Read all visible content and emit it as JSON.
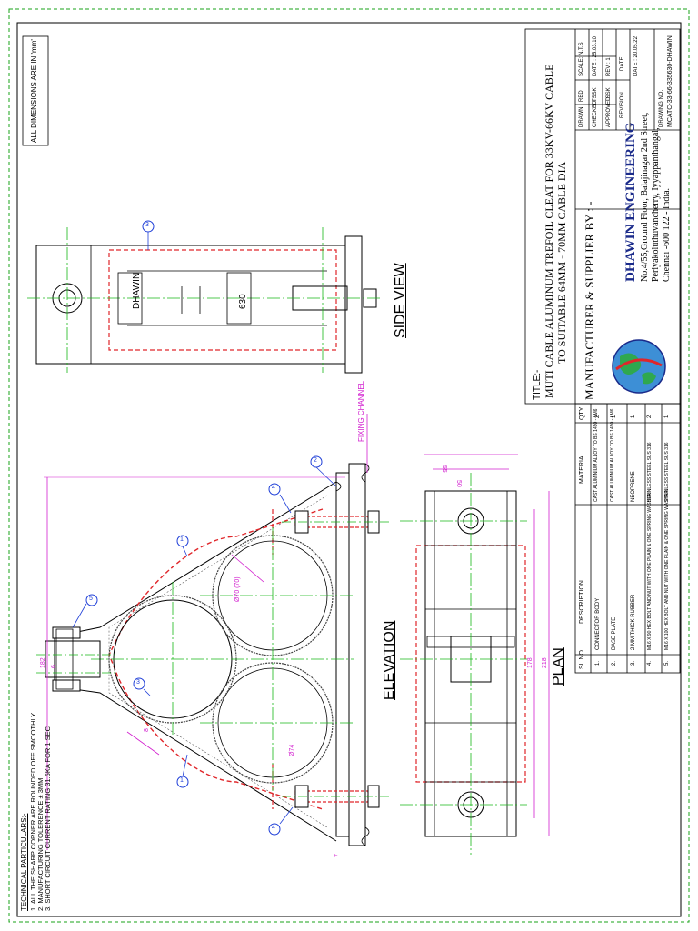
{
  "note_dimensions": "ALL DIMENSIONS ARE IN 'mm'",
  "title_block": {
    "title_label": "TITLE:-",
    "title_line1": "MUTI CABLE ALUMINUM TREFOIL CLEAT FOR 33KV-66KV CABLE",
    "title_line2": "TO SUITABLE 64MM - 70MM CABLE DIA",
    "manufacturer_label": "MANUFACTURER & SUPPLIER BY : -",
    "company": "DHAWIN ENGINEERING",
    "address_line1": "No.4/55,Ground Floor, Balajinagar 2nd Street,",
    "address_line2": "Periyakoluthuvancherry, Iyyappanthangal,",
    "address_line3": "Chennai -600 122 - India.",
    "drawn": "DRAWN",
    "drawn_by": "RED",
    "scale": "SCALE: N.T.S",
    "checked": "CHECKED",
    "checked_by": "TSSK",
    "date1": "DATE : 25.03.10",
    "approved": "APPROVED",
    "approved_by": "TSSK",
    "rev": "REV : 1",
    "revision": "REVISION",
    "date_label": "DATE",
    "date2": "DATE : 20.05.22",
    "drawing_no_label": "DRAWING NO.",
    "drawing_no": "MCATC-33-66-335630-DHAWIN"
  },
  "bom": {
    "headers": [
      "SL.NO",
      "DESCRIPTION",
      "MATERIAL",
      "QTY"
    ],
    "rows": [
      [
        "1.",
        "CONNECTOR BODY",
        "CAST ALUMINIUM ALLOY TO BS 1490 - LM6",
        "2"
      ],
      [
        "2.",
        "BASE PLATE",
        "CAST ALUMINIUM ALLOY TO BS 1490 - LM6",
        "1"
      ],
      [
        "3.",
        "2 MM THICK RUBBER",
        "NEOPRENE",
        "1"
      ],
      [
        "4.",
        "M16 X 90 HEX BOLT AND NUT WITH ONE PLAIN & ONE SPRING WASHER",
        "STAINLESS STEEL SUS 316",
        "2"
      ],
      [
        "5.",
        "M16 X 100 HEX BOLT AND NUT WITH ONE PLAIN & ONE SPRING WASHER",
        "STAINLESS STEEL SUS 316",
        "1"
      ]
    ]
  },
  "technical": {
    "heading": "TECHNICAL PARTICULARS:-",
    "lines": [
      "1. ALL THE SHARP CORNER ARE ROUNDED OFF SMOOTHLY",
      "2. MANUFACTURING TOLERENCE ± 3MM",
      "3. SHORT CIRCUIT CURRENT RATING 31.5KA FOR 1 SEC"
    ]
  },
  "views": {
    "side": "SIDE VIEW",
    "elevation": "ELEVATION",
    "plan": "PLAN"
  },
  "labels": {
    "fixing_channel": "FIXING CHANNEL",
    "stamp": "DHAWIN",
    "stamp_no": "630"
  },
  "dimensions": {
    "d182": "182",
    "d178": "178",
    "d218": "218",
    "d55": "55",
    "d50": "50",
    "d6": "6",
    "d8": "8",
    "d7": "7",
    "dia70": "Ø70 (70)",
    "dia74": "Ø74"
  },
  "balloons": [
    "1",
    "2",
    "3",
    "4",
    "5"
  ],
  "colors": {
    "border": "#1aa31a",
    "red": "#e0262a",
    "magenta": "#d21fcf",
    "blue": "#1f3fd8",
    "green": "#18b818"
  }
}
